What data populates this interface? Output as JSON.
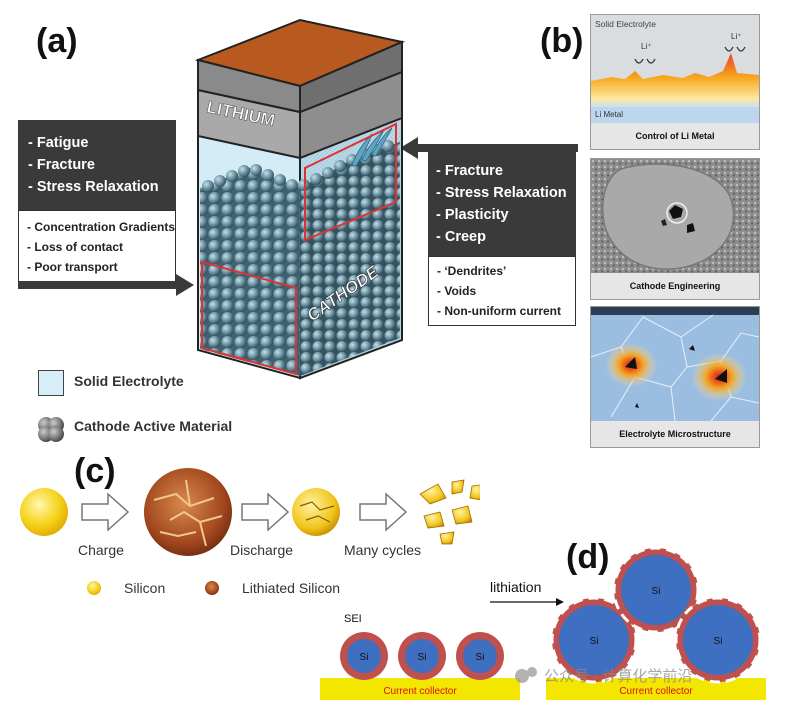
{
  "panels": {
    "a": "(a)",
    "b": "(b)",
    "c": "(c)",
    "d": "(d)"
  },
  "panel_a": {
    "left_box": {
      "bold_items": [
        "- Fatigue",
        "- Fracture",
        "- Stress Relaxation"
      ],
      "items": [
        "- Concentration Gradients",
        "- Loss of contact",
        "- Poor transport"
      ]
    },
    "right_box": {
      "bold_items": [
        "- Fracture",
        "- Stress Relaxation",
        "- Plasticity",
        "- Creep"
      ],
      "items": [
        "- ‘Dendrites’",
        "- Voids",
        "- Non-uniform current"
      ]
    },
    "block_labels": {
      "top": "LITHIUM",
      "side": "CATHODE"
    },
    "legend": [
      "Solid Electrolyte",
      "Cathode Active Material"
    ]
  },
  "panel_b": {
    "top": {
      "electrolyte": "Solid Electrolyte",
      "metal": "Li Metal",
      "ion_left": "Li⁺",
      "ion_right": "Li⁺",
      "caption": "Control of Li Metal"
    },
    "middle": {
      "caption": "Cathode Engineering"
    },
    "bottom": {
      "caption": "Electrolyte Microstructure"
    }
  },
  "panel_c": {
    "steps": [
      "Charge",
      "Discharge",
      "Many cycles"
    ],
    "legend": [
      "Silicon",
      "Lithiated Silicon"
    ]
  },
  "panel_d": {
    "sei": "SEI",
    "lithiation": "lithiation",
    "si": "Si",
    "collector": "Current collector",
    "watermark": "公众号 · 计算化学前沿"
  },
  "colors": {
    "dark_box": "#3a3a3a",
    "electrolyte": "#d6eef8",
    "lithium": "#b85a1f",
    "si_blue": "#3f6fc0",
    "sei_red": "#c0504d",
    "collector": "#f3e600"
  }
}
